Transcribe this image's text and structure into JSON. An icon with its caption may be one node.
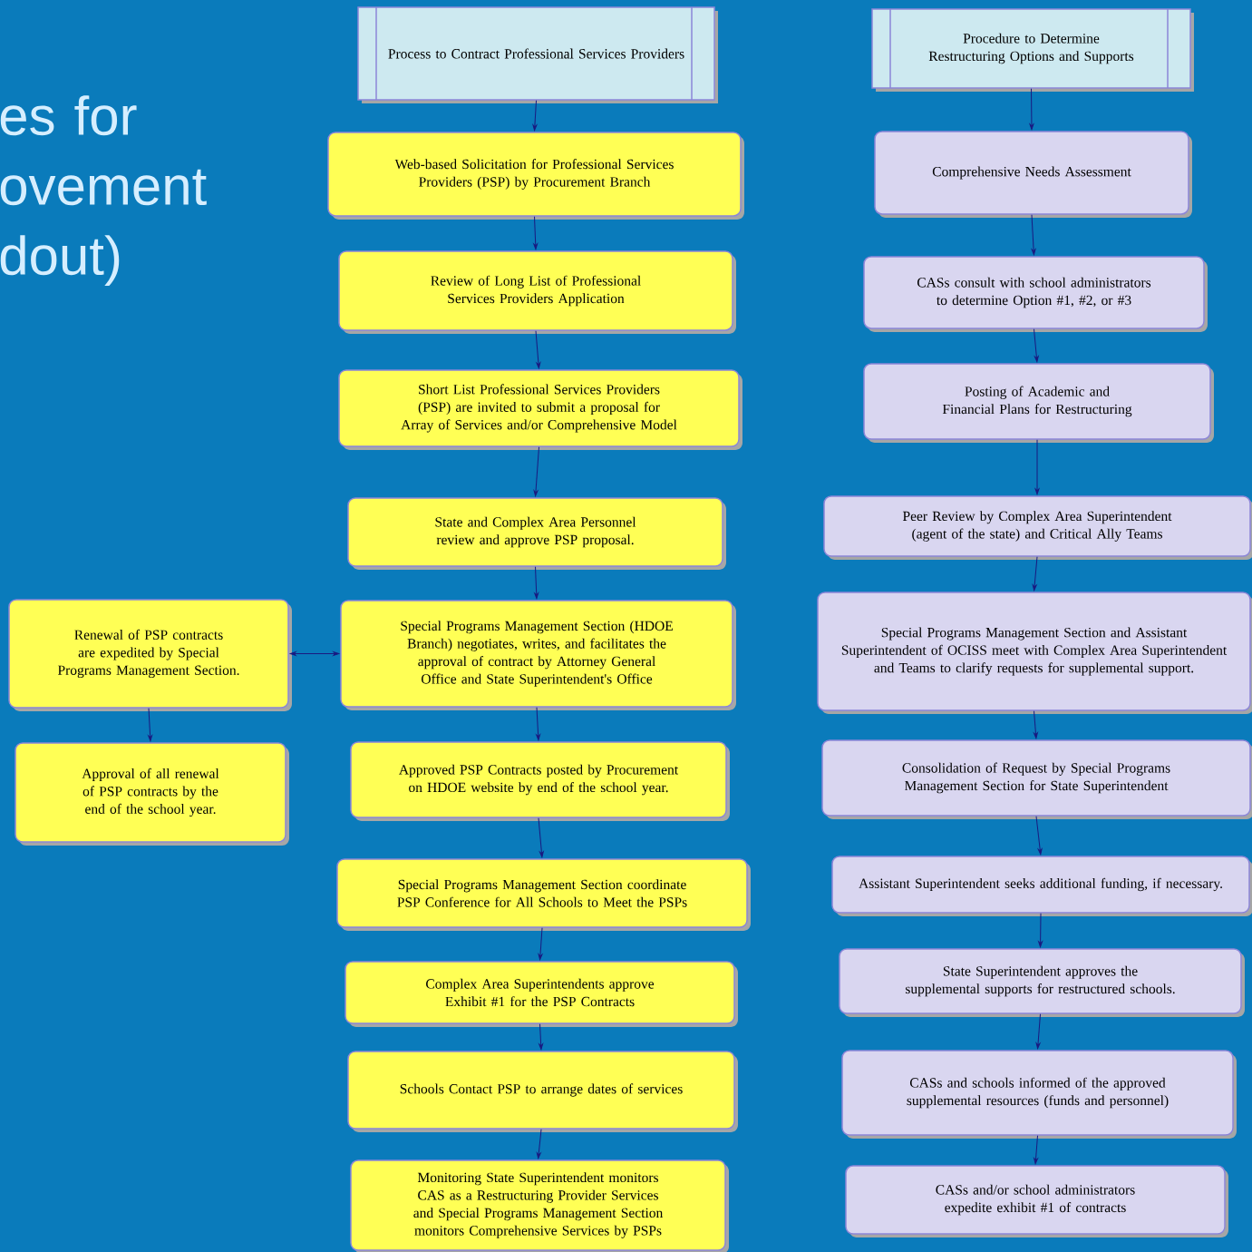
{
  "diagram": {
    "title": "es for ovement dout)",
    "nodes": [
      {
        "text": [
          "Process to Contract Professional Services Providers"
        ]
      },
      {
        "text": [
          "Web-based Solicitation for Professional Services Providers (PSP) by Procurement Branch"
        ]
      },
      {
        "text": [
          "Review of Long List of Professional Services Providers Application"
        ]
      },
      {
        "text": [
          "Short List Professional Services Providers (PSP) are invited to submit a proposal for Array of Services and/or Comprehensive Model"
        ]
      },
      {
        "text": [
          "State and Complex Area Personnel review and approve PSP proposal."
        ]
      },
      {
        "text": [
          "Special Programs Management Section (HDOE Branch) negotiates, writes, and facilitates the approval of contract by Attorney General Office and State Superintendent's Office"
        ]
      },
      {
        "text": [
          "Approved PSP Contracts posted by Procurement on HDOE website by end of the school year."
        ]
      },
      {
        "text": [
          "Special Programs Management Section coordinate PSP Conference for All Schools to Meet the PSPs"
        ]
      },
      {
        "text": [
          "Complex Area Superintendents approve Exhibit #1 for the PSP Contracts"
        ]
      },
      {
        "text": [
          "Schools Contact PSP to arrange dates of services"
        ]
      },
      {
        "text": [
          "Monitoring State Superintendent monitors CAS as a Restructuring Provider Services and Special Programs Management Section monitors Comprehensive Services by PSPs"
        ]
      },
      {
        "text": [
          "Renewal of PSP contracts are expedited by Special Programs Management Section."
        ]
      },
      {
        "text": [
          "Approval of all renewal of PSP contracts by the end of the school year."
        ]
      },
      {
        "text": [
          "Procedure to Determine Restructuring Options and Supports"
        ]
      },
      {
        "text": [
          "Comprehensive Needs Assessment"
        ]
      },
      {
        "text": [
          "CASs consult with school administrators to determine Option #1, #2, or #3"
        ]
      },
      {
        "text": [
          "Posting of Academic and Financial Plans for Restructuring"
        ]
      },
      {
        "text": [
          "Peer Review by Complex Area Superintendent (agent of the state) and Critical Ally Teams"
        ]
      },
      {
        "text": [
          "Special Programs Management Section and Assistant Superintendent of OCISS meet with Complex Area Superintendent and Teams to clarify requests for supplemental support."
        ]
      },
      {
        "text": [
          "Consolidation of Request by Special Programs Management Section for State Superintendent"
        ]
      },
      {
        "text": [
          "Assistant Superintendent seeks additional funding, if necessary."
        ]
      },
      {
        "text": [
          "State Superintendent approves the supplemental supports for restructured schools."
        ]
      },
      {
        "text": [
          "CASs and schools informed of the approved supplemental resources (funds and personnel)"
        ]
      },
      {
        "text": [
          "CASs and/or school administrators expedite exhibit #1 of contracts"
        ]
      }
    ],
    "edges": [
      {
        "from": 0,
        "to": 1,
        "arrow": "to"
      },
      {
        "from": 1,
        "to": 2,
        "arrow": "to"
      },
      {
        "from": 2,
        "to": 3,
        "arrow": "to"
      },
      {
        "from": 3,
        "to": 4,
        "arrow": "to"
      },
      {
        "from": 4,
        "to": 5,
        "arrow": "to"
      },
      {
        "from": 5,
        "to": 6,
        "arrow": "to"
      },
      {
        "from": 6,
        "to": 7,
        "arrow": "to"
      },
      {
        "from": 7,
        "to": 8,
        "arrow": "to"
      },
      {
        "from": 8,
        "to": 9,
        "arrow": "to"
      },
      {
        "from": 9,
        "to": 10,
        "arrow": "to"
      },
      {
        "from": 5,
        "to": 11,
        "arrow": "both"
      },
      {
        "from": 11,
        "to": 12,
        "arrow": "to"
      },
      {
        "from": 13,
        "to": 14,
        "arrow": "to"
      },
      {
        "from": 14,
        "to": 15,
        "arrow": "to"
      },
      {
        "from": 15,
        "to": 16,
        "arrow": "to"
      },
      {
        "from": 16,
        "to": 17,
        "arrow": "to"
      },
      {
        "from": 17,
        "to": 18,
        "arrow": "to"
      },
      {
        "from": 18,
        "to": 19,
        "arrow": "to"
      },
      {
        "from": 19,
        "to": 20,
        "arrow": "to"
      },
      {
        "from": 20,
        "to": 21,
        "arrow": "to"
      },
      {
        "from": 21,
        "to": 22,
        "arrow": "to"
      },
      {
        "from": 22,
        "to": 23,
        "arrow": "to"
      }
    ]
  }
}
